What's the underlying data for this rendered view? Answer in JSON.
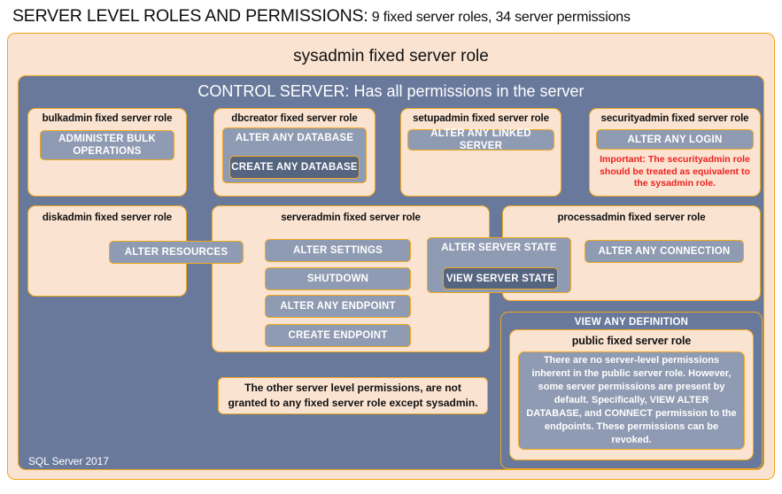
{
  "title": {
    "strong": "SERVER LEVEL ROLES AND PERMISSIONS:",
    "rest": " 9 fixed server roles, 34 server permissions"
  },
  "colors": {
    "peach_fill": "#fae3d1",
    "slate_fill": "#68799b",
    "permission_fill": "#8f9bb2",
    "permission_dark_fill": "#55647f",
    "gold_border": "#f0a81e",
    "warning_red": "#ee2020",
    "text_dark": "#111111",
    "text_light": "#ffffff"
  },
  "outer": {
    "sysadmin_label": "sysadmin  fixed  server  role",
    "control_server_label": "CONTROL SERVER: Has all permissions in the server",
    "footer": "SQL Server 2017"
  },
  "roles": [
    {
      "id": "bulkadmin",
      "name": "bulkadmin  fixed server role",
      "permissions": [
        "ADMINISTER  BULK OPERATIONS"
      ]
    },
    {
      "id": "dbcreator",
      "name": "dbcreator fixed server role",
      "permissions": [
        "ALTER ANY DATABASE",
        "CREATE  ANY DATABASE"
      ]
    },
    {
      "id": "setupadmin",
      "name": "setupadmin fixed server role",
      "permissions": [
        "ALTER ANY LINKED SERVER"
      ]
    },
    {
      "id": "securityadmin",
      "name": "securityadmin  fixed server role",
      "permissions": [
        "ALTER ANY LOGIN"
      ],
      "warning": "Important:  The securityadmin role should  be treated as equivalent to the sysadmin role."
    },
    {
      "id": "diskadmin",
      "name": "diskadmin fixed server role",
      "permissions": [
        "ALTER RESOURCES"
      ]
    },
    {
      "id": "serveradmin",
      "name": "serveradmin fixed server role",
      "permissions": [
        "ALTER SETTINGS",
        "SHUTDOWN",
        "ALTER ANY ENDPOINT",
        "CREATE  ENDPOINT"
      ]
    },
    {
      "id": "processadmin",
      "name": "processadmin  fixed server role",
      "permissions": [
        "ALTER ANY CONNECTION"
      ]
    },
    {
      "id": "public",
      "name": "public  fixed server role",
      "permissions": [
        "VIEW ANY DEFINITION"
      ],
      "body": "There are no server-level permissions inherent in the public server role. However, some server permissions are present by default. Specifically, VIEW ALTER DATABASE, and CONNECT permission to the endpoints. These permissions can be revoked."
    }
  ],
  "shared_permissions": {
    "alter_server_state": "ALTER SERVER STATE",
    "view_server_state": "VIEW SERVER STATE"
  },
  "notes": {
    "other_permissions": "The other server level permissions,  are not granted to any fixed server role except sysadmin."
  }
}
